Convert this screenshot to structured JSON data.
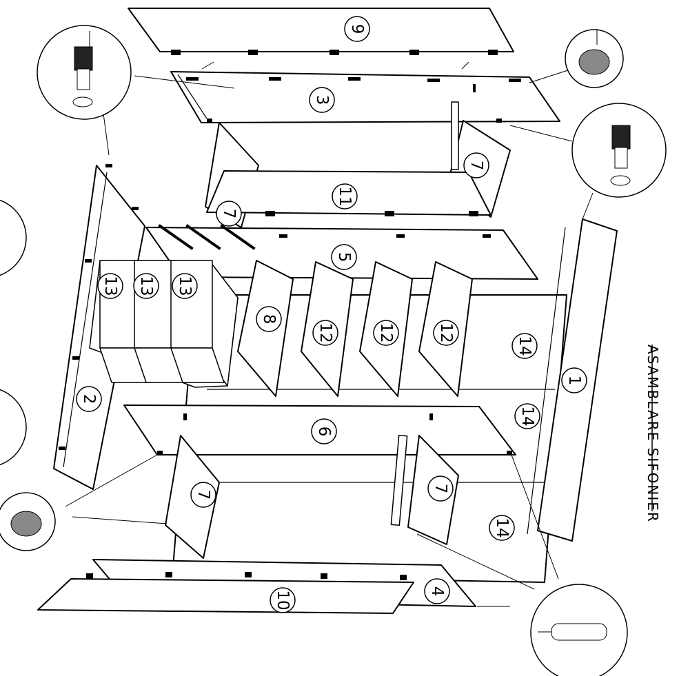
{
  "title": "ASAMBLARE SIFONIER",
  "parts": [
    {
      "id": "p1",
      "label": "1"
    },
    {
      "id": "p2",
      "label": "2"
    },
    {
      "id": "p3",
      "label": "3"
    },
    {
      "id": "p4",
      "label": "4"
    },
    {
      "id": "p5",
      "label": "5"
    },
    {
      "id": "p6",
      "label": "6"
    },
    {
      "id": "p7a",
      "label": "7"
    },
    {
      "id": "p7b",
      "label": "7"
    },
    {
      "id": "p7c",
      "label": "7"
    },
    {
      "id": "p7d",
      "label": "7"
    },
    {
      "id": "p8",
      "label": "8"
    },
    {
      "id": "p9",
      "label": "9"
    },
    {
      "id": "p10",
      "label": "10"
    },
    {
      "id": "p11",
      "label": "11"
    },
    {
      "id": "p12a",
      "label": "12"
    },
    {
      "id": "p12b",
      "label": "12"
    },
    {
      "id": "p12c",
      "label": "12"
    },
    {
      "id": "p13a",
      "label": "13"
    },
    {
      "id": "p13b",
      "label": "13"
    },
    {
      "id": "p13c",
      "label": "13"
    },
    {
      "id": "p14a",
      "label": "14"
    },
    {
      "id": "p14b",
      "label": "14"
    },
    {
      "id": "p14c",
      "label": "14"
    }
  ],
  "hardware_details": [
    "cam-bolt",
    "cam-lock",
    "cam-bolt",
    "cam-lock",
    "wooden-dowel"
  ]
}
